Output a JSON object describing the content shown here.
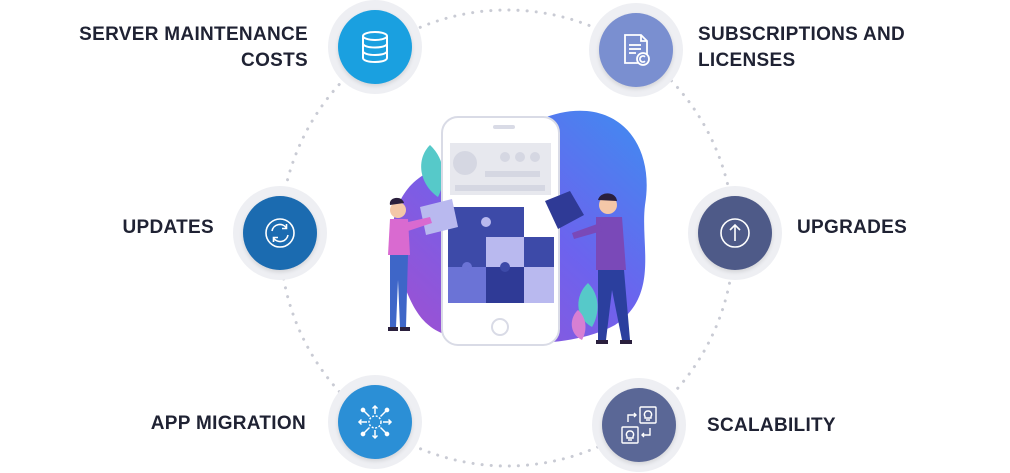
{
  "colors": {
    "ring": "#c9cbd4",
    "node_halo": "#eeeff3",
    "server_maintenance": "#1aa0e0",
    "subscriptions": "#7a8fd0",
    "updates": "#1b6bb0",
    "upgrades": "#4e5a88",
    "app_migration": "#2b8fd6",
    "scalability": "#5a6796",
    "label_text": "#1f2233"
  },
  "items": {
    "server_maintenance": {
      "label_line1": "SERVER MAINTENANCE",
      "label_line2": "COSTS",
      "icon": "database-icon"
    },
    "subscriptions": {
      "label_line1": "SUBSCRIPTIONS AND",
      "label_line2": "LICENSES",
      "icon": "license-document-icon"
    },
    "updates": {
      "label": "UPDATES",
      "icon": "refresh-icon"
    },
    "upgrades": {
      "label": "UPGRADES",
      "icon": "arrow-up-icon"
    },
    "app_migration": {
      "label": "APP MIGRATION",
      "icon": "migration-hub-icon"
    },
    "scalability": {
      "label": "SCALABILITY",
      "icon": "scalability-bulb-icon"
    }
  },
  "center": {
    "illustration": "people-assembling-puzzle-on-phone-illustration"
  }
}
